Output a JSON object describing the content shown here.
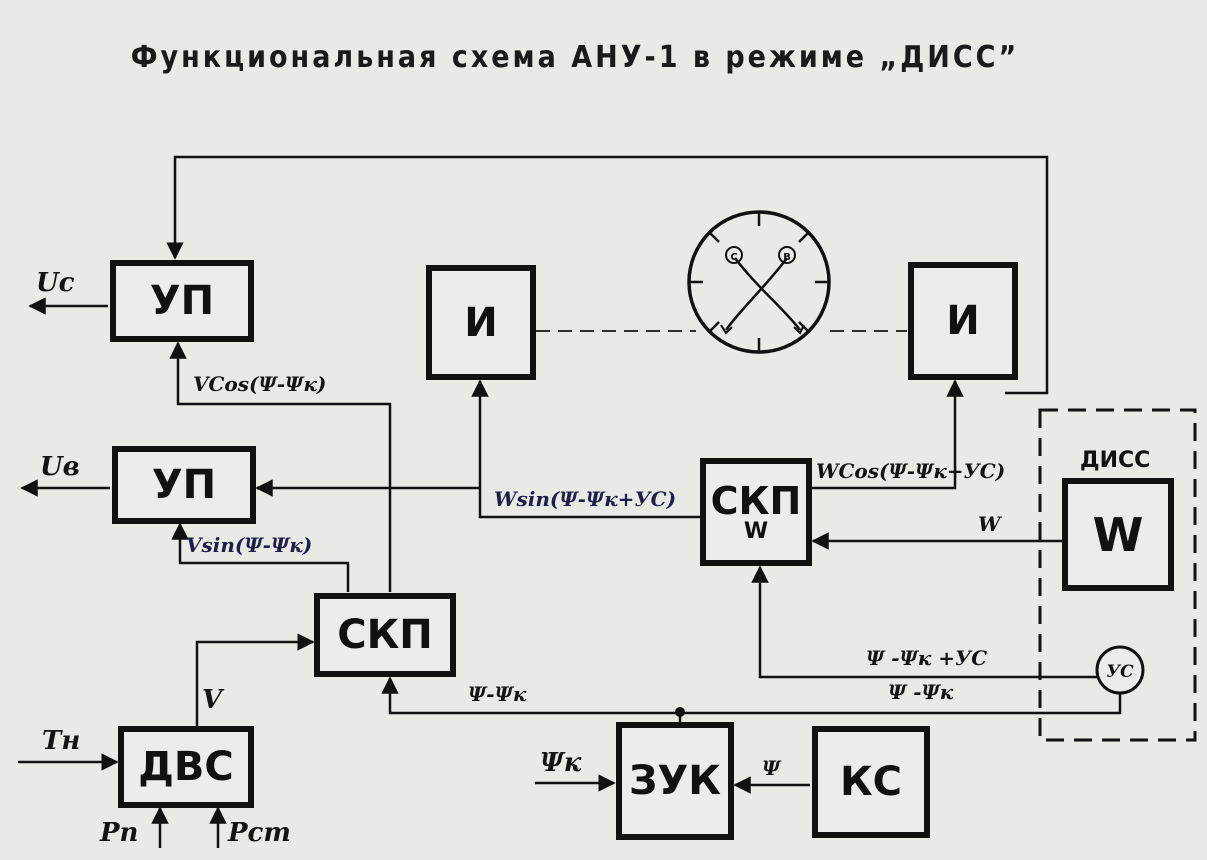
{
  "title": "Функциональная схема АНУ-1 в режиме „ДИСС”",
  "blocks": {
    "up_top": "УП",
    "up_bottom": "УП",
    "skp_left": "СКП",
    "skp_right": "СКП",
    "skp_right_sub": "W",
    "i_left": "И",
    "i_right": "И",
    "dvs": "ДВС",
    "zuk": "ЗУК",
    "ks": "КС",
    "w": "W",
    "diss": "ДИСС",
    "drift_sensor": "УС"
  },
  "signals": {
    "uc": "Uc",
    "ub": "Uв",
    "v_cos": "VCos(Ψ-Ψк)",
    "v_sin": "Vsin(Ψ-Ψк)",
    "w_sin": "Wsin(Ψ-Ψк+УС)",
    "w_cos": "WCos(Ψ-Ψк+УС)",
    "w": "W",
    "psi_diff_left": "Ψ-Ψк",
    "psi_diff_us": "Ψ -Ψк +УС",
    "psi_diff_right": "Ψ -Ψк",
    "v": "V",
    "tn": "Tн",
    "pn": "Pп",
    "pst": "Pст",
    "psi_k": "Ψк",
    "psi": "Ψ"
  },
  "indicator_marks": [
    "С",
    "В"
  ]
}
